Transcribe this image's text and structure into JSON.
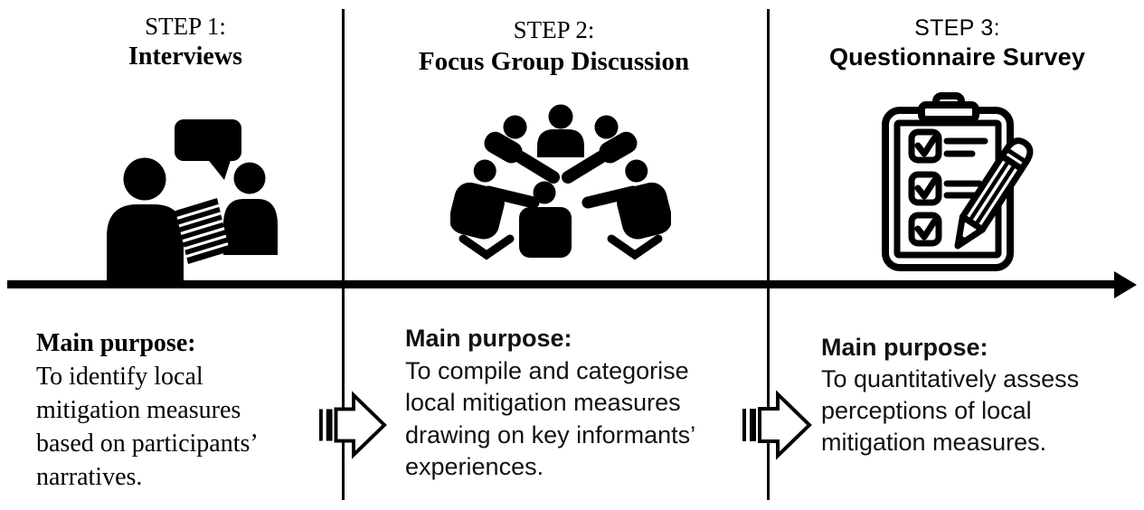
{
  "diagram_title": "Three-step research method flow",
  "colors": {
    "foreground": "#000000",
    "background": "#ffffff"
  },
  "flow": {
    "main_arrow": "timeline-arrow-left-to-right",
    "connector_arrow": "striped-right-arrow-icon"
  },
  "steps": [
    {
      "step_label": "STEP 1:",
      "title": "Interviews",
      "icon": "interview-two-people-speech-bubble-icon",
      "purpose_heading": "Main purpose:",
      "purpose_lines": [
        "To identify local",
        "mitigation measures",
        "based on participants’",
        "narratives."
      ]
    },
    {
      "step_label": "STEP 2:",
      "title": "Focus Group Discussion",
      "icon": "focus-group-round-table-icon",
      "purpose_heading": "Main purpose:",
      "purpose_lines": [
        "To compile and categorise",
        "local mitigation measures",
        "drawing on key informants’",
        "experiences."
      ]
    },
    {
      "step_label": "STEP 3:",
      "title": "Questionnaire Survey",
      "icon": "questionnaire-clipboard-pencil-icon",
      "purpose_heading": "Main purpose:",
      "purpose_lines": [
        "To quantitatively assess",
        "perceptions of local",
        "mitigation measures."
      ]
    }
  ]
}
